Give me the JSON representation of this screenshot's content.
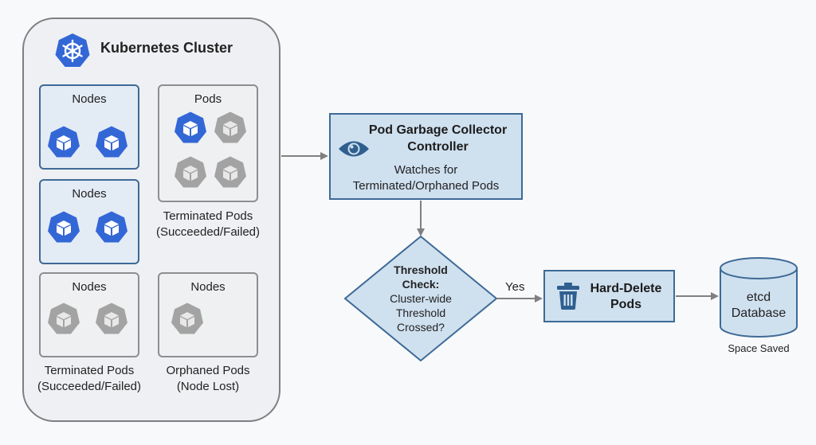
{
  "cluster": {
    "title": "Kubernetes Cluster",
    "logo_icon": "kubernetes-helm-wheel-icon",
    "groups": [
      {
        "id": "nodes-1",
        "label": "Nodes",
        "style": "active",
        "pods": [
          "active",
          "active"
        ]
      },
      {
        "id": "pods-1",
        "label": "Pods",
        "style": "inactive",
        "pods": [
          "active",
          "terminated",
          "terminated",
          "terminated"
        ],
        "caption": [
          "Terminated Pods",
          "(Succeeded/Failed)"
        ]
      },
      {
        "id": "nodes-2",
        "label": "Nodes",
        "style": "active",
        "pods": [
          "active",
          "active"
        ]
      },
      {
        "id": "nodes-3",
        "label": "Nodes",
        "style": "inactive",
        "pods": [
          "terminated",
          "terminated"
        ],
        "caption": [
          "Terminated Pods",
          "(Succeeded/Failed)"
        ]
      },
      {
        "id": "nodes-4",
        "label": "Nodes",
        "style": "inactive",
        "pods": [
          "terminated"
        ],
        "caption": [
          "Orphaned Pods",
          "(Node Lost)"
        ]
      }
    ]
  },
  "controller": {
    "icon": "eye-icon",
    "title_line1": "Pod Garbage Collector",
    "title_line2": "Controller",
    "sub_line1": "Watches for",
    "sub_line2": "Terminated/Orphaned Pods"
  },
  "decision": {
    "title_line1": "Threshold",
    "title_line2": "Check:",
    "body_line1": "Cluster-wide",
    "body_line2": "Threshold",
    "body_line3": "Crossed?",
    "yes_label": "Yes"
  },
  "delete_action": {
    "icon": "trash-icon",
    "title_line1": "Hard-Delete",
    "title_line2": "Pods"
  },
  "database": {
    "line1": "etcd",
    "line2": "Database",
    "caption": "Space Saved"
  },
  "colors": {
    "k8s_blue": "#3367d6",
    "pod_gray": "#a3a3a3",
    "box_border_blue": "#3e6a96",
    "box_fill_blue": "#cfe0ef",
    "icon_blue": "#2f5f8f",
    "arrow_gray": "#808080"
  }
}
